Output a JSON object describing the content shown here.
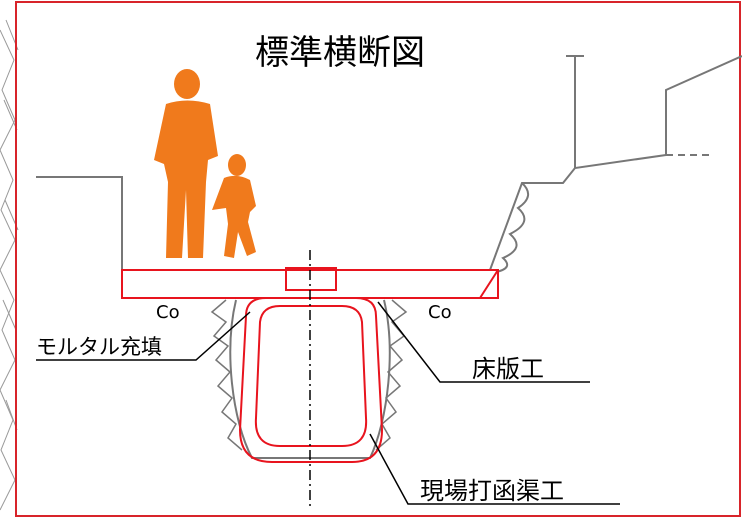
{
  "title": "標準横断図",
  "labels": {
    "concrete_left": "Co",
    "concrete_right": "Co",
    "mortar_fill": "モルタル充填",
    "floor_slab": "床版工",
    "culvert": "現場打函渠工"
  },
  "colors": {
    "structure_red": "#e8141e",
    "ground_gray": "#777777",
    "figure_orange": "#f07a1c",
    "border_red": "#d8242a"
  },
  "icons": {
    "adult": "adult-silhouette-icon",
    "child": "child-silhouette-icon"
  }
}
